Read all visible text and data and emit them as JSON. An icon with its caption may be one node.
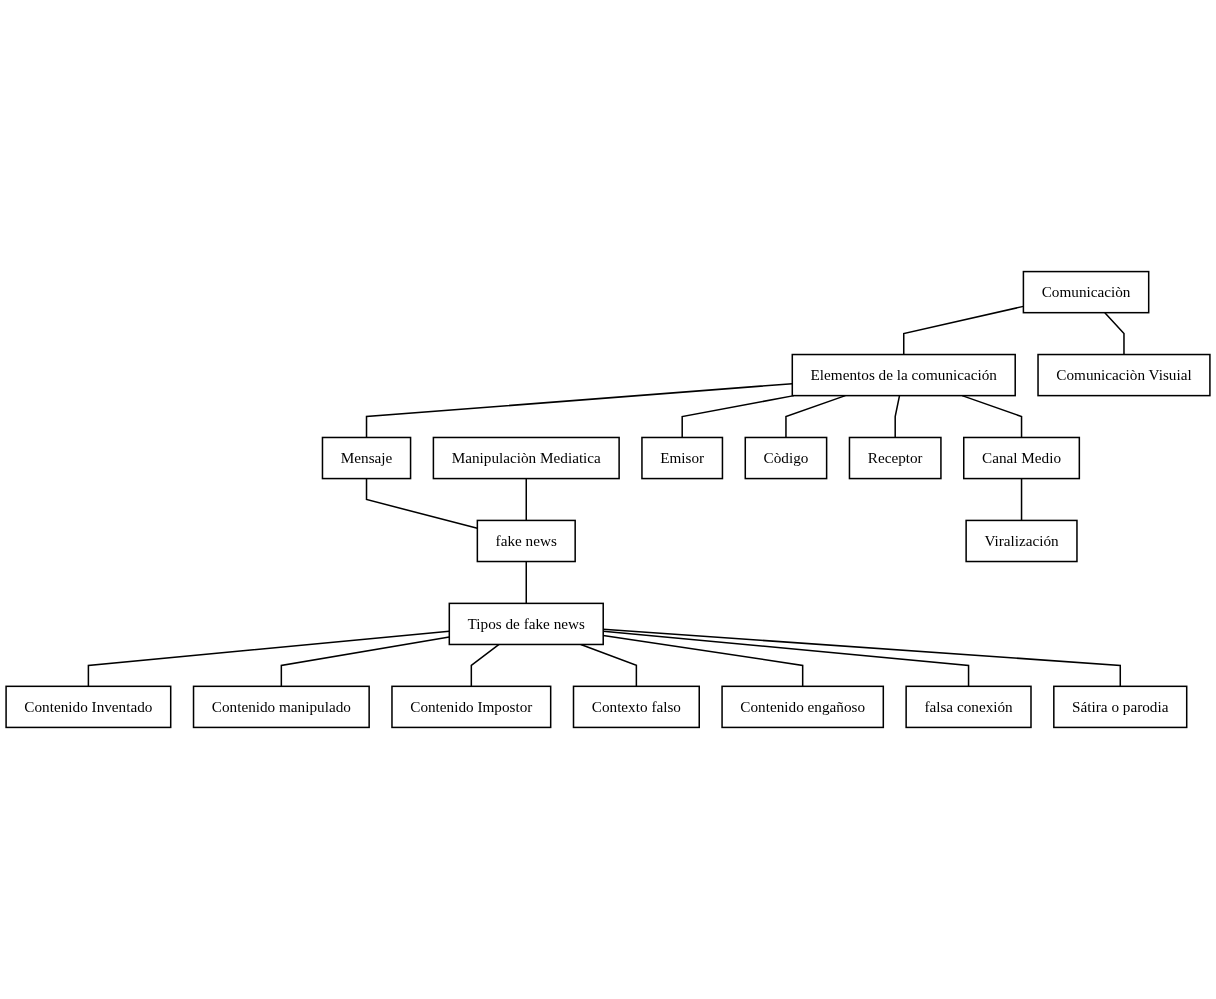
{
  "diagram": {
    "nodes": [
      {
        "text": [
          "Comunicaciòn"
        ]
      },
      {
        "text": [
          "Comunicaciòn Visuial"
        ]
      },
      {
        "text": [
          "Elementos de la comunicación"
        ]
      },
      {
        "text": [
          "Emisor"
        ]
      },
      {
        "text": [
          "Mensaje"
        ]
      },
      {
        "text": [
          "Canal Medio"
        ]
      },
      {
        "text": [
          "Còdigo"
        ]
      },
      {
        "text": [
          "Receptor"
        ]
      },
      {
        "text": [
          "Manipulaciòn Mediatica"
        ]
      },
      {
        "text": [
          "fake news"
        ]
      },
      {
        "text": [
          "Viralización"
        ]
      },
      {
        "text": [
          "Tipos de fake news"
        ]
      },
      {
        "text": [
          "Contenido Inventado"
        ]
      },
      {
        "text": [
          "Contenido manipulado"
        ]
      },
      {
        "text": [
          "Contenido Impostor"
        ]
      },
      {
        "text": [
          "Contexto falso"
        ]
      },
      {
        "text": [
          "Contenido engañoso"
        ]
      },
      {
        "text": [
          "falsa conexión"
        ]
      },
      {
        "text": [
          "Sátira o parodia"
        ]
      }
    ],
    "edges": [
      {
        "from": 0,
        "to": 1,
        "arrow": "none"
      },
      {
        "from": 0,
        "to": 2,
        "arrow": "none"
      },
      {
        "from": 2,
        "to": 3,
        "arrow": "none"
      },
      {
        "from": 2,
        "to": 4,
        "arrow": "none"
      },
      {
        "from": 2,
        "to": 5,
        "arrow": "none"
      },
      {
        "from": 2,
        "to": 6,
        "arrow": "none"
      },
      {
        "from": 2,
        "to": 7,
        "arrow": "none"
      },
      {
        "from": 4,
        "to": 9,
        "arrow": "none"
      },
      {
        "from": 8,
        "to": 9,
        "arrow": "none"
      },
      {
        "from": 5,
        "to": 10,
        "arrow": "none"
      },
      {
        "from": 9,
        "to": 11,
        "arrow": "none"
      },
      {
        "from": 11,
        "to": 12,
        "arrow": "none"
      },
      {
        "from": 11,
        "to": 13,
        "arrow": "none"
      },
      {
        "from": 11,
        "to": 14,
        "arrow": "none"
      },
      {
        "from": 11,
        "to": 15,
        "arrow": "none"
      },
      {
        "from": 11,
        "to": 16,
        "arrow": "none"
      },
      {
        "from": 11,
        "to": 17,
        "arrow": "none"
      },
      {
        "from": 11,
        "to": 18,
        "arrow": "none"
      }
    ]
  }
}
